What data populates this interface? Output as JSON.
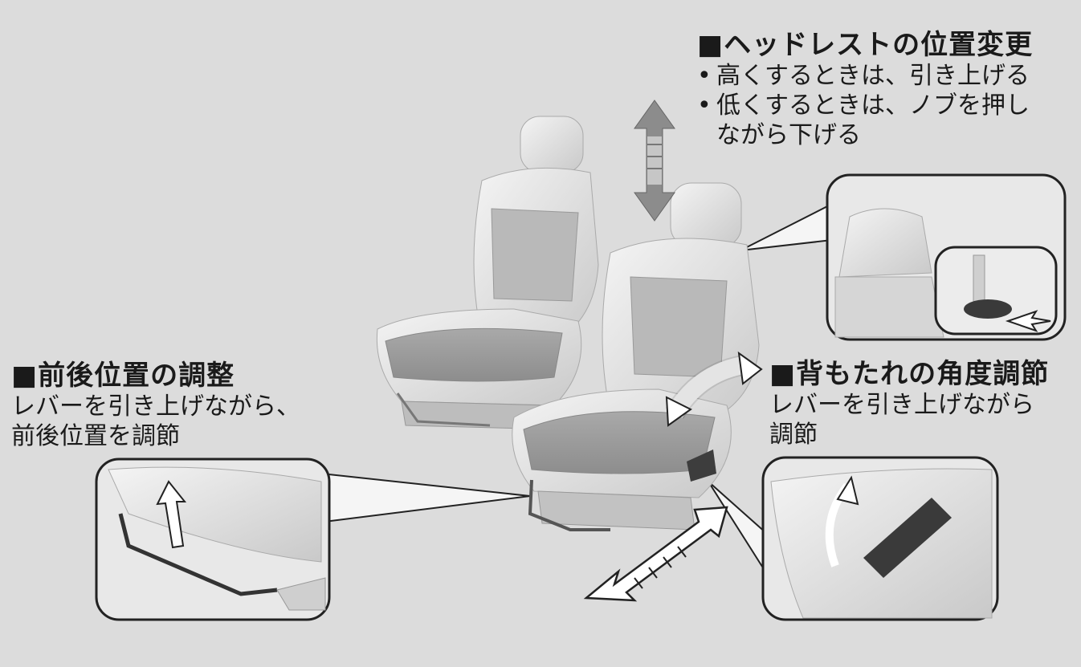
{
  "headrest": {
    "title": "■ヘッドレストの位置変更",
    "items": [
      "高くするときは、引き上げる",
      "低くするときは、ノブを押し",
      "ながら下げる"
    ]
  },
  "fore_aft": {
    "title": "■前後位置の調整",
    "lines": [
      "レバーを引き上げながら、",
      "前後位置を調節"
    ]
  },
  "recline": {
    "title": "■背もたれの角度調節",
    "lines": [
      "レバーを引き上げながら",
      "調節"
    ]
  }
}
